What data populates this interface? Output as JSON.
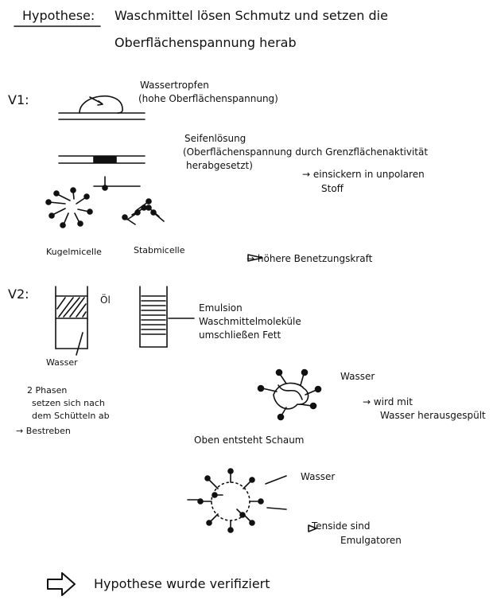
{
  "hypothesis": {
    "label": "Hypothese:",
    "line1": "Waschmittel lösen Schmutz und setzen die",
    "line2": "Oberflächenspannung herab"
  },
  "v1": {
    "label": "V1:",
    "drop_title": "Wassertropfen",
    "drop_note": "(hohe Oberflächenspannung)",
    "soap_title": "Seifenlösung",
    "soap_note_1": "(Oberflächenspannung durch Grenzflächenaktivität",
    "soap_note_2": "herabgesetzt)",
    "arrow_note_1": "→ einsickern in unpolaren",
    "arrow_note_2": "Stoff",
    "micelle_1": "Kugelmicelle",
    "micelle_2": "Stabmicelle",
    "result": "→ höhere Benetzungskraft"
  },
  "v2": {
    "label": "V2:",
    "oil_label": "Öl",
    "water_label": "Wasser",
    "emulsion_1": "Emulsion",
    "emulsion_2": "Waschmittelmoleküle",
    "emulsion_3": "umschließen Fett",
    "phases_1": "2 Phasen",
    "phases_2": "setzen sich nach",
    "phases_3": "dem Schütteln ab",
    "phases_4": "→ Bestreben",
    "wasser_right": "Wasser",
    "rinse_1": "→ wird mit",
    "rinse_2": "Wasser herausgespült",
    "foam": "Oben entsteht Schaum",
    "wasser_bottom": "Wasser",
    "tenside_1": "Tenside sind",
    "tenside_2": "Emulgatoren"
  },
  "conclusion": "Hypothese wurde verifiziert"
}
